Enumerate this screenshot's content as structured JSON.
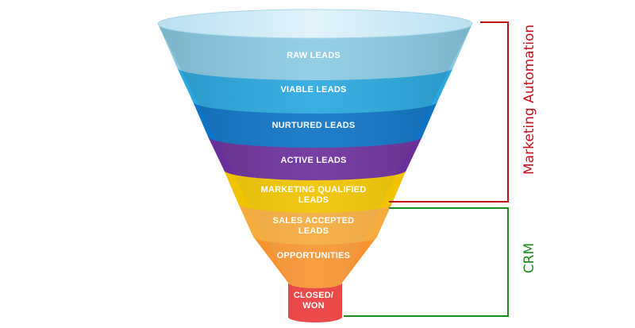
{
  "funnel": {
    "stages": [
      {
        "label": "RAW LEADS",
        "color": "#8ccbe4"
      },
      {
        "label": "VIABLE LEADS",
        "color": "#2aa8df"
      },
      {
        "label": "NURTURED LEADS",
        "color": "#0e74c6"
      },
      {
        "label": "ACTIVE LEADS",
        "color": "#6b2f9b"
      },
      {
        "label": "MARKETING QUALIFIED\nLEADS",
        "color": "#f0c400"
      },
      {
        "label": "SALES ACCEPTED\nLEADS",
        "color": "#f5ab3e"
      },
      {
        "label": "OPPORTUNITIES",
        "color": "#f79431"
      },
      {
        "label": "CLOSED/\nWON",
        "color": "#ea3b3b"
      }
    ]
  },
  "brackets": {
    "marketing_automation": {
      "label": "Marketing Automation",
      "color": "#c0121b"
    },
    "crm": {
      "label": "CRM",
      "color": "#1d8a1d"
    }
  }
}
